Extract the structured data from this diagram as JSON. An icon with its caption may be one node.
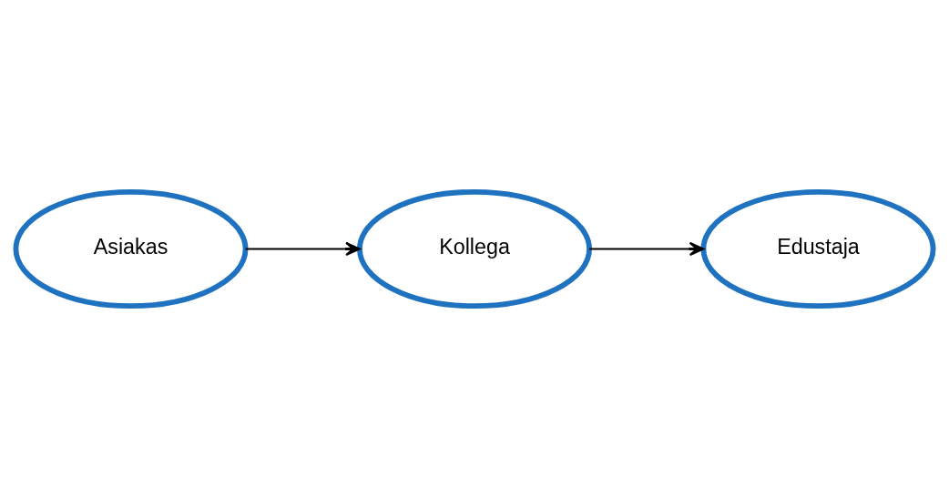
{
  "diagram": {
    "nodes": [
      {
        "text": [
          "Asiakas"
        ]
      },
      {
        "text": [
          "Kollega"
        ]
      },
      {
        "text": [
          "Edustaja"
        ]
      }
    ],
    "edges": [
      {
        "from": 0,
        "to": 1,
        "arrow": "to"
      },
      {
        "from": 1,
        "to": 2,
        "arrow": "to"
      }
    ]
  }
}
